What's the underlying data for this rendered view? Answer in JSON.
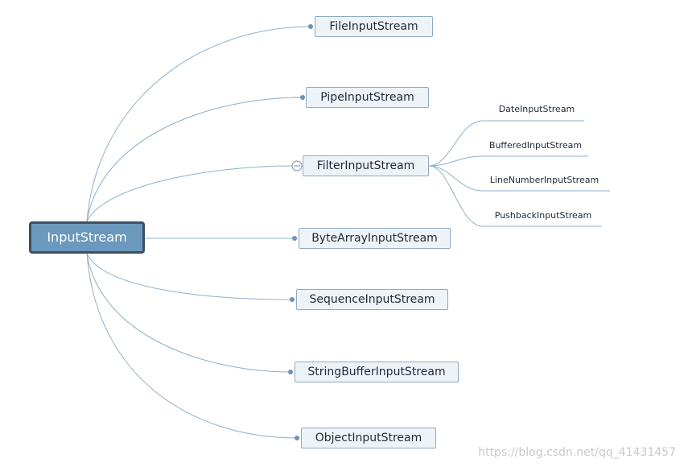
{
  "root": {
    "label": "InputStream"
  },
  "children": [
    {
      "label": "FileInputStream"
    },
    {
      "label": "PipeInputStream"
    },
    {
      "label": "FilterInputStream"
    },
    {
      "label": "ByteArrayInputStream"
    },
    {
      "label": "SequenceInputStream"
    },
    {
      "label": "StringBufferInputStream"
    },
    {
      "label": "ObjectInputStream"
    }
  ],
  "filter_children": [
    {
      "label": "DateInputStream"
    },
    {
      "label": "BufferedInputStream"
    },
    {
      "label": "LineNumberInputStream"
    },
    {
      "label": "PushbackInputStream"
    }
  ],
  "watermark": "https://blog.csdn.net/qq_41431457"
}
